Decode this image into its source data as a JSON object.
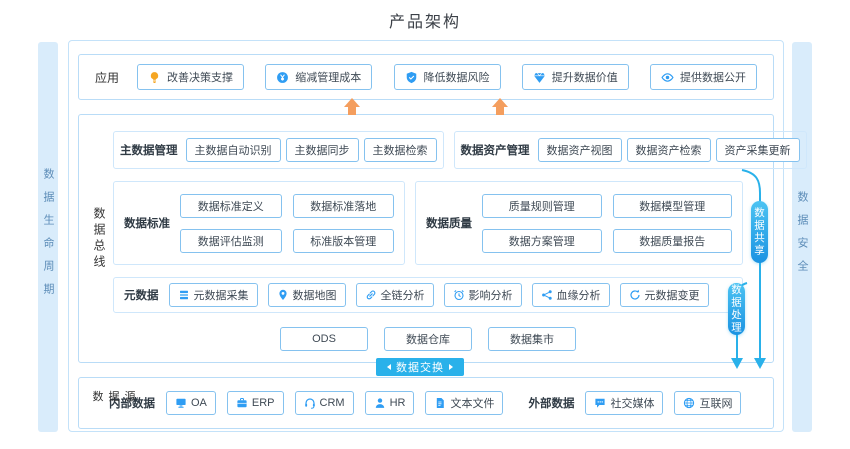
{
  "title": "产品架构",
  "sidebars": {
    "left": "数据生命周期",
    "right": "数据安全"
  },
  "app": {
    "label": "应用",
    "items": [
      {
        "label": "改善决策支撑",
        "icon": "bulb-icon"
      },
      {
        "label": "缩减管理成本",
        "icon": "coin-icon"
      },
      {
        "label": "降低数据风险",
        "icon": "shield-icon"
      },
      {
        "label": "提升数据价值",
        "icon": "diamond-icon"
      },
      {
        "label": "提供数据公开",
        "icon": "eye-icon"
      }
    ]
  },
  "bus": {
    "label": "数据总线",
    "master": {
      "label": "主数据管理",
      "items": [
        "主数据自动识别",
        "主数据同步",
        "主数据检索"
      ]
    },
    "asset": {
      "label": "数据资产管理",
      "items": [
        "数据资产视图",
        "数据资产检索",
        "资产采集更新"
      ]
    },
    "standard": {
      "label": "数据标准",
      "items": [
        "数据标准定义",
        "数据标准落地",
        "数据评估监测",
        "标准版本管理"
      ]
    },
    "quality": {
      "label": "数据质量",
      "items": [
        "质量规则管理",
        "数据模型管理",
        "数据方案管理",
        "数据质量报告"
      ]
    },
    "metadata": {
      "label": "元数据",
      "items": [
        {
          "label": "元数据采集",
          "icon": "collect-icon"
        },
        {
          "label": "数据地图",
          "icon": "map-pin-icon"
        },
        {
          "label": "全链分析",
          "icon": "link-icon"
        },
        {
          "label": "影响分析",
          "icon": "clock-icon"
        },
        {
          "label": "血缘分析",
          "icon": "lineage-icon"
        },
        {
          "label": "元数据变更",
          "icon": "refresh-icon"
        }
      ]
    },
    "storage": {
      "items": [
        "ODS",
        "数据仓库",
        "数据集市"
      ]
    }
  },
  "badges": {
    "exchange": "数据交换",
    "share": "数据共享",
    "process": "数据处理"
  },
  "source": {
    "label": "数据源",
    "internal": {
      "label": "内部数据",
      "items": [
        {
          "label": "OA",
          "icon": "monitor-icon"
        },
        {
          "label": "ERP",
          "icon": "briefcase-icon"
        },
        {
          "label": "CRM",
          "icon": "headset-icon"
        },
        {
          "label": "HR",
          "icon": "user-icon"
        },
        {
          "label": "文本文件",
          "icon": "document-icon"
        }
      ]
    },
    "external": {
      "label": "外部数据",
      "items": [
        {
          "label": "社交媒体",
          "icon": "chat-icon"
        },
        {
          "label": "互联网",
          "icon": "globe-icon"
        }
      ]
    }
  },
  "colors": {
    "accent_blue": "#2f9df3",
    "border_light": "#b9dcf7",
    "box_border": "#85c2ef",
    "badge_blue": "#29b1ea",
    "arrow_orange": "#f49e5e",
    "sidebar_bg": "#d9ecfb",
    "sidebar_text": "#5d8db8",
    "bulb_orange": "#f5a623"
  }
}
